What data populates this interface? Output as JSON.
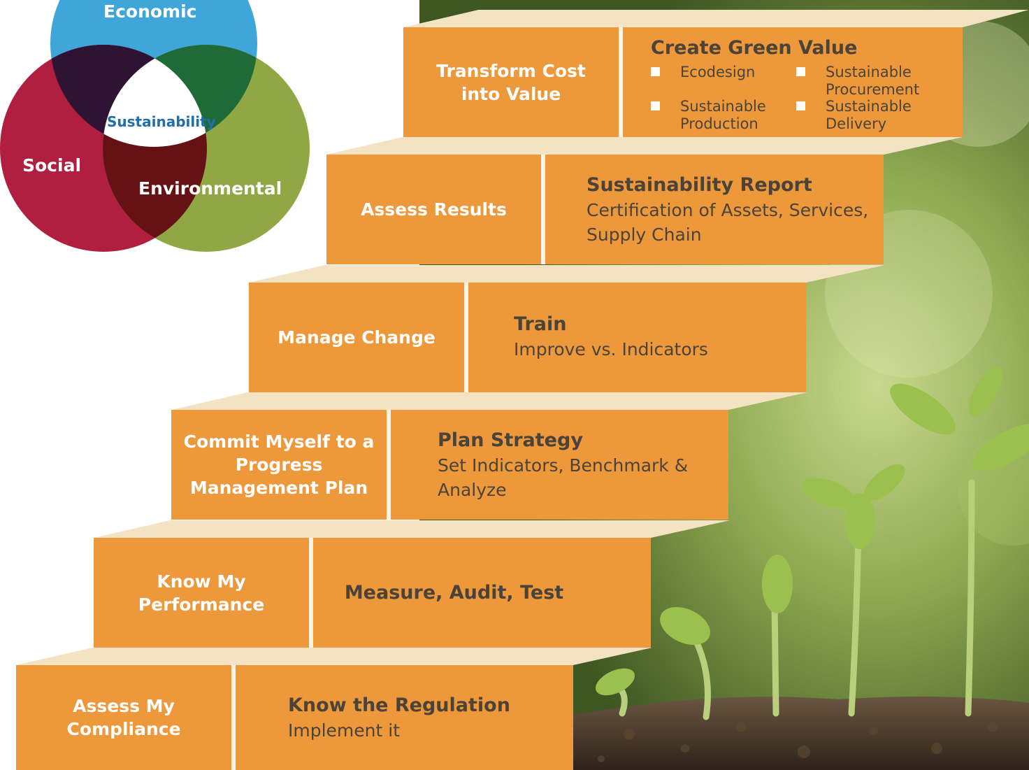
{
  "venn": {
    "economic": "Economic",
    "social": "Social",
    "environmental": "Environmental",
    "center": "Sustainability",
    "colors": {
      "economic": "#3fa6da",
      "social": "#b01f40",
      "environmental": "#8fa843"
    }
  },
  "steps": [
    {
      "left": "Transform Cost into Value",
      "title": "Create Green Value",
      "bullets": [
        "Ecodesign",
        "Sustainable Procurement",
        "Sustainable Production",
        "Sustainable Delivery"
      ]
    },
    {
      "left": "Assess Results",
      "title": "Sustainability Report",
      "sub": "Certification of Assets, Services, Supply Chain"
    },
    {
      "left": "Manage Change",
      "title": "Train",
      "sub": "Improve vs. Indicators"
    },
    {
      "left": "Commit Myself to a Progress Management Plan",
      "title": "Plan Strategy",
      "sub": "Set Indicators, Benchmark & Analyze"
    },
    {
      "left": "Know My Performance",
      "title": "Measure, Audit, Test"
    },
    {
      "left": "Assess My Compliance",
      "title": "Know the Regulation",
      "sub": "Implement it"
    }
  ],
  "colors": {
    "step": "#ec983b",
    "step_top": "#f3e3c2",
    "divider": "#fdf3e4"
  }
}
